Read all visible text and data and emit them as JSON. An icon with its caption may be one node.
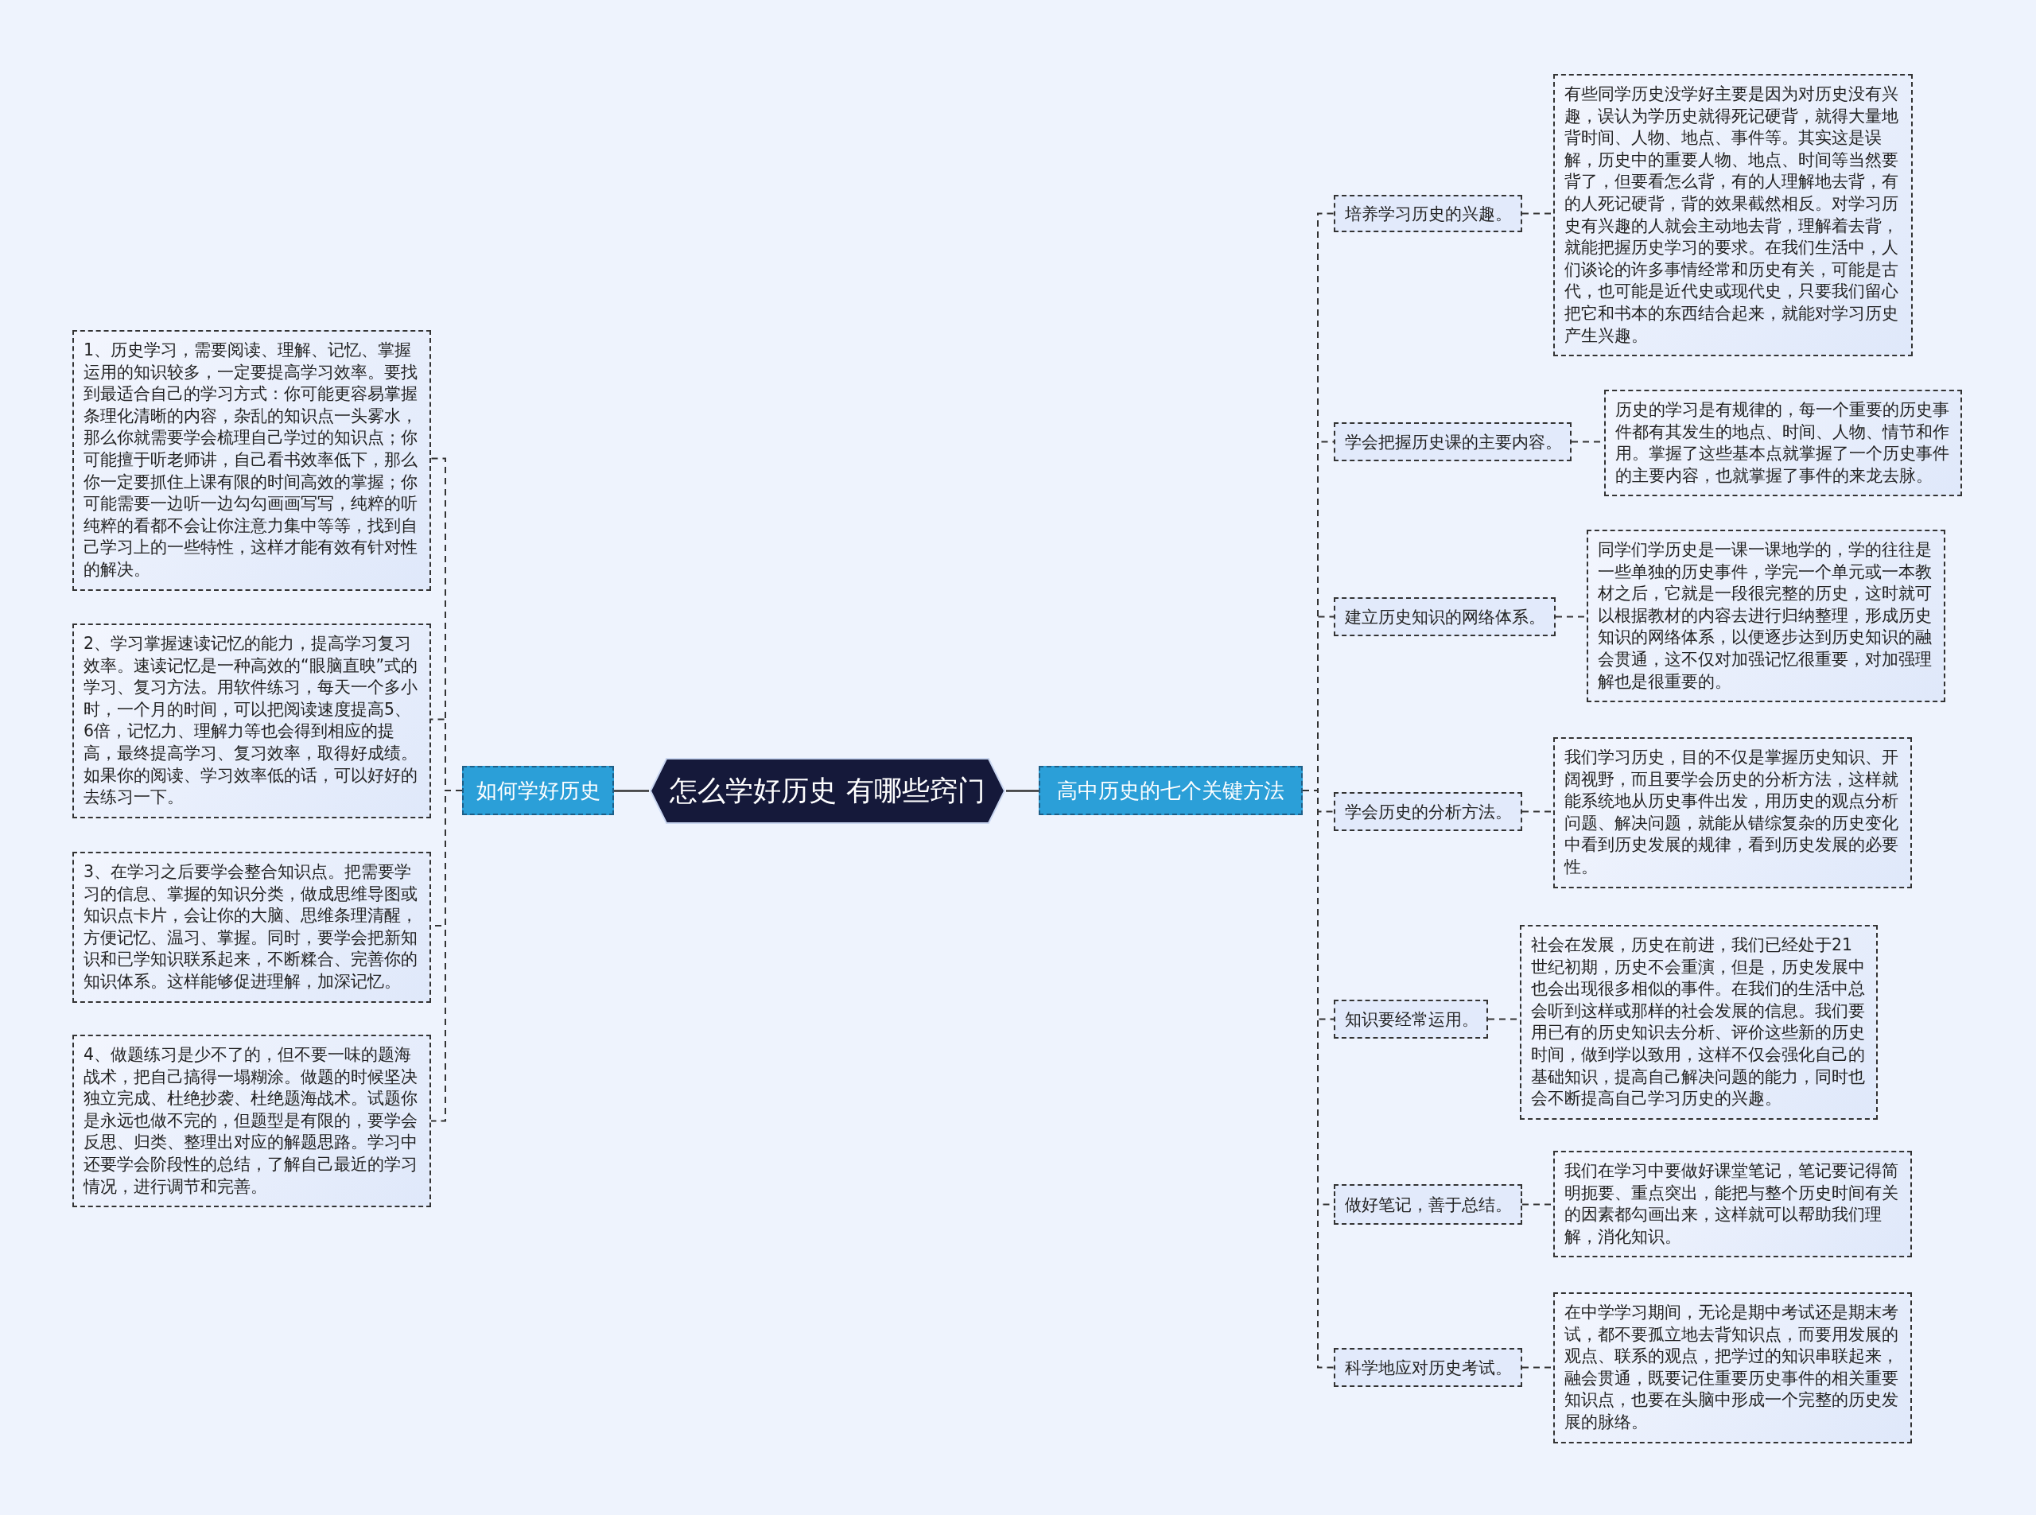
{
  "diagram": {
    "nodes": [
      {
        "text": [
          "怎么学好历史 有哪些窍门"
        ]
      },
      {
        "text": [
          "如何学好历史"
        ]
      },
      {
        "text": [
          "1、历史学习，需要阅读、理解、记忆、掌握运用的知识较多，一定要提高学习效率。要找到最适合自己的学习方式：你可能更容易掌握条理化清晰的内容，杂乱的知识点一头雾水，那么你就需要学会梳理自己学过的知识点；你可能擅于听老师讲，自己看书效率低下，那么你一定要抓住上课有限的时间高效的掌握；你可能需要一边听一边勾勾画画写写，纯粹的听纯粹的看都不会让你注意力集中等等，找到自己学习上的一些特性，这样才能有效有针对性的解决。"
        ]
      },
      {
        "text": [
          "2、学习掌握速读记忆的能力，提高学习复习效率。速读记忆是一种高效的“眼脑直映”式的学习、复习方法。用软件练习，每天一个多小时，一个月的时间，可以把阅读速度提高5、6倍，记忆力、理解力等也会得到相应的提高，最终提高学习、复习效率，取得好成绩。如果你的阅读、学习效率低的话，可以好好的去练习一下。"
        ]
      },
      {
        "text": [
          "3、在学习之后要学会整合知识点。把需要学习的信息、掌握的知识分类，做成思维导图或知识点卡片，会让你的大脑、思维条理清醒，方便记忆、温习、掌握。同时，要学会把新知识和已学知识联系起来，不断糅合、完善你的知识体系。这样能够促进理解，加深记忆。"
        ]
      },
      {
        "text": [
          "4、做题练习是少不了的，但不要一味的题海战术，把自己搞得一塌糊涂。做题的时候坚决独立完成、杜绝抄袭、杜绝题海战术。试题你是永远也做不完的，但题型是有限的，要学会反思、归类、整理出对应的解题思路。学习中还要学会阶段性的总结，了解自己最近的学习情况，进行调节和完善。"
        ]
      },
      {
        "text": [
          "高中历史的七个关键方法"
        ]
      },
      {
        "text": [
          "培养学习历史的兴趣。"
        ]
      },
      {
        "text": [
          "有些同学历史没学好主要是因为对历史没有兴趣，误认为学历史就得死记硬背，就得大量地背时间、人物、地点、事件等。其实这是误解，历史中的重要人物、地点、时间等当然要背了，但要看怎么背，有的人理解地去背，有的人死记硬背，背的效果截然相反。对学习历史有兴趣的人就会主动地去背，理解着去背，就能把握历史学习的要求。在我们生活中，人们谈论的许多事情经常和历史有关，可能是古代，也可能是近代史或现代史，只要我们留心把它和书本的东西结合起来，就能对学习历史产生兴趣。"
        ]
      },
      {
        "text": [
          "学会把握历史课的主要内容。"
        ]
      },
      {
        "text": [
          "历史的学习是有规律的，每一个重要的历史事件都有其发生的地点、时间、人物、情节和作用。掌握了这些基本点就掌握了一个历史事件的主要内容，也就掌握了事件的来龙去脉。"
        ]
      },
      {
        "text": [
          "建立历史知识的网络体系。"
        ]
      },
      {
        "text": [
          "同学们学历史是一课一课地学的，学的往往是一些单独的历史事件，学完一个单元或一本教材之后，它就是一段很完整的历史，这时就可以根据教材的内容去进行归纳整理，形成历史知识的网络体系，以便逐步达到历史知识的融会贯通，这不仅对加强记忆很重要，对加强理解也是很重要的。"
        ]
      },
      {
        "text": [
          "学会历史的分析方法。"
        ]
      },
      {
        "text": [
          "我们学习历史，目的不仅是掌握历史知识、开阔视野，而且要学会历史的分析方法，这样就能系统地从历史事件出发，用历史的观点分析问题、解决问题，就能从错综复杂的历史变化中看到历史发展的规律，看到历史发展的必要性。"
        ]
      },
      {
        "text": [
          "知识要经常运用。"
        ]
      },
      {
        "text": [
          "社会在发展，历史在前进，我们已经处于21世纪初期，历史不会重演，但是，历史发展中也会出现很多相似的事件。在我们的生活中总会听到这样或那样的社会发展的信息。我们要用已有的历史知识去分析、评价这些新的历史时间，做到学以致用，这样不仅会强化自己的基础知识，提高自己解决问题的能力，同时也会不断提高自己学习历史的兴趣。"
        ]
      },
      {
        "text": [
          "做好笔记，善于总结。"
        ]
      },
      {
        "text": [
          "我们在学习中要做好课堂笔记，笔记要记得简明扼要、重点突出，能把与整个历史时间有关的因素都勾画出来，这样就可以帮助我们理解，消化知识。"
        ]
      },
      {
        "text": [
          "科学地应对历史考试。"
        ]
      },
      {
        "text": [
          "在中学学习期间，无论是期中考试还是期末考试，都不要孤立地去背知识点，而要用发展的观点、联系的观点，把学过的知识串联起来，融会贯通，既要记住重要历史事件的相关重要知识点，也要在头脑中形成一个完整的历史发展的脉络。"
        ]
      }
    ],
    "edges": [
      {
        "from": 0,
        "to": 1,
        "arrow": "none"
      },
      {
        "from": 1,
        "to": 2,
        "arrow": "none",
        "style": "dashed"
      },
      {
        "from": 1,
        "to": 3,
        "arrow": "none",
        "style": "dashed"
      },
      {
        "from": 1,
        "to": 4,
        "arrow": "none",
        "style": "dashed"
      },
      {
        "from": 1,
        "to": 5,
        "arrow": "none",
        "style": "dashed"
      },
      {
        "from": 0,
        "to": 6,
        "arrow": "none"
      },
      {
        "from": 6,
        "to": 7,
        "arrow": "none",
        "style": "dashed"
      },
      {
        "from": 7,
        "to": 8,
        "arrow": "none",
        "style": "dashed"
      },
      {
        "from": 6,
        "to": 9,
        "arrow": "none",
        "style": "dashed"
      },
      {
        "from": 9,
        "to": 10,
        "arrow": "none",
        "style": "dashed"
      },
      {
        "from": 6,
        "to": 11,
        "arrow": "none",
        "style": "dashed"
      },
      {
        "from": 11,
        "to": 12,
        "arrow": "none",
        "style": "dashed"
      },
      {
        "from": 6,
        "to": 13,
        "arrow": "none",
        "style": "dashed"
      },
      {
        "from": 13,
        "to": 14,
        "arrow": "none",
        "style": "dashed"
      },
      {
        "from": 6,
        "to": 15,
        "arrow": "none",
        "style": "dashed"
      },
      {
        "from": 15,
        "to": 16,
        "arrow": "none",
        "style": "dashed"
      },
      {
        "from": 6,
        "to": 17,
        "arrow": "none",
        "style": "dashed"
      },
      {
        "from": 17,
        "to": 18,
        "arrow": "none",
        "style": "dashed"
      },
      {
        "from": 6,
        "to": 19,
        "arrow": "none",
        "style": "dashed"
      },
      {
        "from": 19,
        "to": 20,
        "arrow": "none",
        "style": "dashed"
      }
    ]
  }
}
